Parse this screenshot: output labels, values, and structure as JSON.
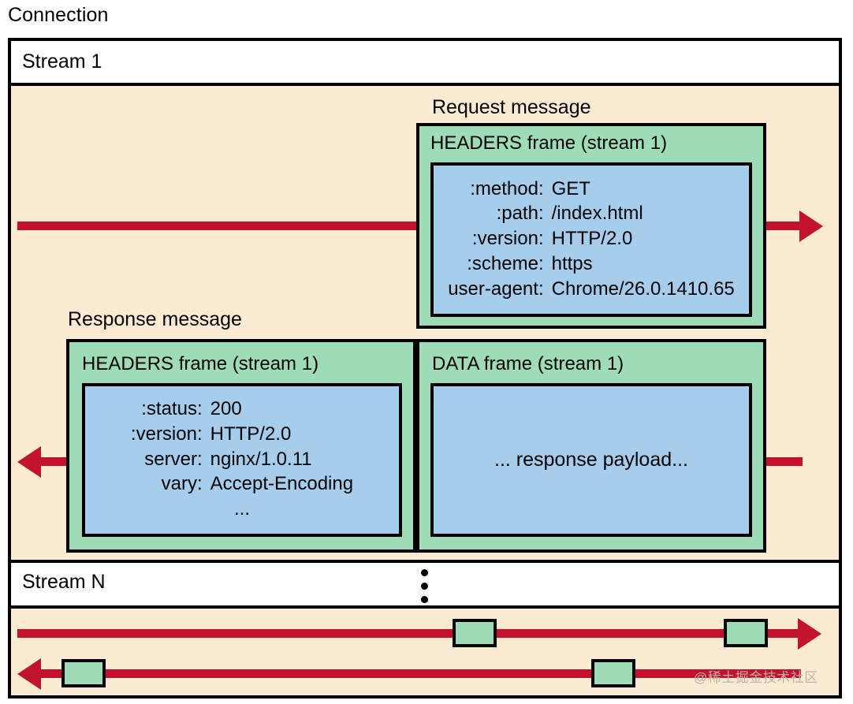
{
  "connection": {
    "label": "Connection",
    "colors": {
      "background": "#fceBd3",
      "frame_green": "#9edcb8",
      "payload_blue": "#a6cdec",
      "arrow_red": "#c3122e",
      "border": "#000000",
      "band_white": "#ffffff"
    }
  },
  "stream1": {
    "label": "Stream 1",
    "request": {
      "caption": "Request message",
      "frame_title": "HEADERS frame (stream 1)",
      "headers": [
        {
          "key": ":method:",
          "value": "GET"
        },
        {
          "key": ":path:",
          "value": "/index.html"
        },
        {
          "key": ":version:",
          "value": "HTTP/2.0"
        },
        {
          "key": ":scheme:",
          "value": "https"
        },
        {
          "key": "user-agent:",
          "value": "Chrome/26.0.1410.65"
        }
      ]
    },
    "response": {
      "caption": "Response message",
      "headers_frame_title": "HEADERS frame (stream 1)",
      "headers": [
        {
          "key": ":status:",
          "value": "200"
        },
        {
          "key": ":version:",
          "value": "HTTP/2.0"
        },
        {
          "key": "server:",
          "value": "nginx/1.0.11"
        },
        {
          "key": "vary:",
          "value": "Accept-Encoding"
        }
      ],
      "headers_continuation": "...",
      "data_frame_title": "DATA frame (stream 1)",
      "data_payload": "... response payload..."
    }
  },
  "streamN": {
    "label": "Stream N",
    "ellipsis_dots": 3,
    "upstream_blocks": 2,
    "downstream_blocks": 2
  },
  "watermark": "@稀土掘金技术社区"
}
